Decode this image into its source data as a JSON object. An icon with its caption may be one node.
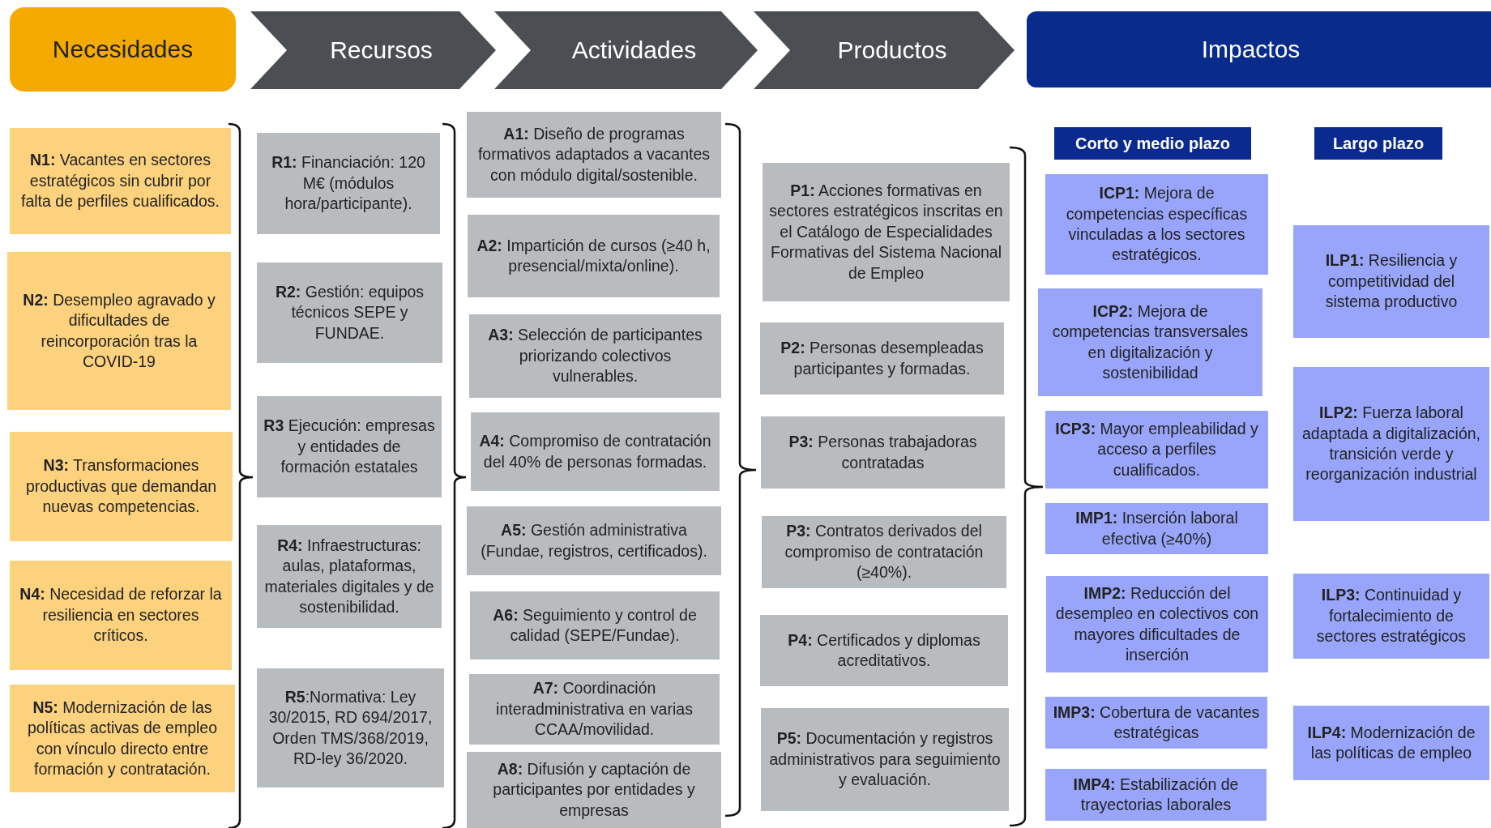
{
  "diagram": {
    "nodes": [
      {
        "text": [
          "Necesidades"
        ]
      },
      {
        "text": [
          "Recursos"
        ]
      },
      {
        "text": [
          "Actividades"
        ]
      },
      {
        "text": [
          "Productos"
        ]
      },
      {
        "text": [
          "Impactos"
        ]
      },
      {
        "text": [
          "**N1:**  Vacantes en sectores estratégicos sin cubrir por falta de perfiles cualificados."
        ]
      },
      {
        "text": [
          "**N2:** Desempleo agravado y dificultades de reincorporación tras la COVID-19"
        ]
      },
      {
        "text": [
          "**N3:** Transformaciones productivas que demandan nuevas competencias."
        ]
      },
      {
        "text": [
          "**N4:** Necesidad de reforzar la resiliencia en sectores críticos."
        ]
      },
      {
        "text": [
          "**N5:** Modernización de las políticas activas de empleo con vínculo directo entre formación y contratación."
        ]
      },
      {
        "text": [
          "**R1:** Financiación: 120 M€ (módulos hora/participante)."
        ]
      },
      {
        "text": [
          "**R2:**  Gestión: equipos técnicos SEPE y FUNDAE."
        ]
      },
      {
        "text": [
          "**R3** Ejecución: empresas y entidades de formación estatales"
        ]
      },
      {
        "text": [
          "**R4:** Infraestructuras: aulas, plataformas, materiales digitales y de sostenibilidad."
        ]
      },
      {
        "text": [
          "**R5**:Normativa: Ley 30/2015, RD 694/2017, Orden TMS/368/2019, RD-ley 36/2020."
        ]
      },
      {
        "text": [
          "**A1:** Diseño de programas formativos adaptados a vacantes con módulo digital/sostenible."
        ]
      },
      {
        "text": [
          "**A2:** Impartición de cursos (≥40 h, presencial/mixta/online)."
        ]
      },
      {
        "text": [
          "**A3:** Selección de participantes priorizando colectivos vulnerables."
        ]
      },
      {
        "text": [
          "**A4:** Compromiso de contratación del 40% de personas formadas."
        ]
      },
      {
        "text": [
          "**A5:** Gestión administrativa (Fundae, registros, certificados)."
        ]
      },
      {
        "text": [
          "**A6:** Seguimiento y control de calidad (SEPE/Fundae)."
        ]
      },
      {
        "text": [
          "**A7:** Coordinación interadministrativa en varias CCAA/movilidad."
        ]
      },
      {
        "text": [
          "**A8:** Difusión y captación de participantes por entidades y empresas"
        ]
      },
      {
        "text": [
          "**P1:** Acciones formativas en sectores estratégicos inscritas en el Catálogo de Especialidades Formativas del Sistema Nacional de Empleo"
        ]
      },
      {
        "text": [
          "**P2:** Personas desempleadas participantes y formadas."
        ]
      },
      {
        "text": [
          "**P3:** Personas trabajadoras contratadas"
        ]
      },
      {
        "text": [
          "**P3:** Contratos derivados del compromiso de contratación (≥40%)."
        ]
      },
      {
        "text": [
          "**P4:** Certificados y diplomas acreditativos."
        ]
      },
      {
        "text": [
          "**P5:** Documentación y registros administrativos para seguimiento y evaluación."
        ]
      },
      {
        "text": [
          "Corto y medio plazo"
        ]
      },
      {
        "text": [
          "**ICP1:** Mejora de competencias específicas vinculadas a los sectores estratégicos."
        ]
      },
      {
        "text": [
          "**ICP2:**  Mejora de competencias transversales en digitalización y sostenibilidad"
        ]
      },
      {
        "text": [
          "**ICP3:** Mayor empleabilidad y acceso a perfiles cualificados."
        ]
      },
      {
        "text": [
          "**IMP1:** Inserción laboral efectiva (≥40%)"
        ]
      },
      {
        "text": [
          "**IMP2:** Reducción del desempleo en colectivos con mayores dificultades de inserción"
        ]
      },
      {
        "text": [
          "**IMP3:** Cobertura de vacantes estratégicas"
        ]
      },
      {
        "text": [
          "**IMP4:** Estabilización de trayectorias laborales"
        ]
      },
      {
        "text": [
          "Largo plazo"
        ]
      },
      {
        "text": [
          "**ILP1:** Resiliencia y competitividad del sistema productivo"
        ]
      },
      {
        "text": [
          "**ILP2:** Fuerza laboral adaptada a digitalización, transición verde y reorganización industrial"
        ]
      },
      {
        "text": [
          "**ILP3:** Continuidad y fortalecimiento de sectores estratégicos"
        ]
      },
      {
        "text": [
          "**ILP4:** Modernización de las políticas de empleo"
        ]
      }
    ]
  }
}
